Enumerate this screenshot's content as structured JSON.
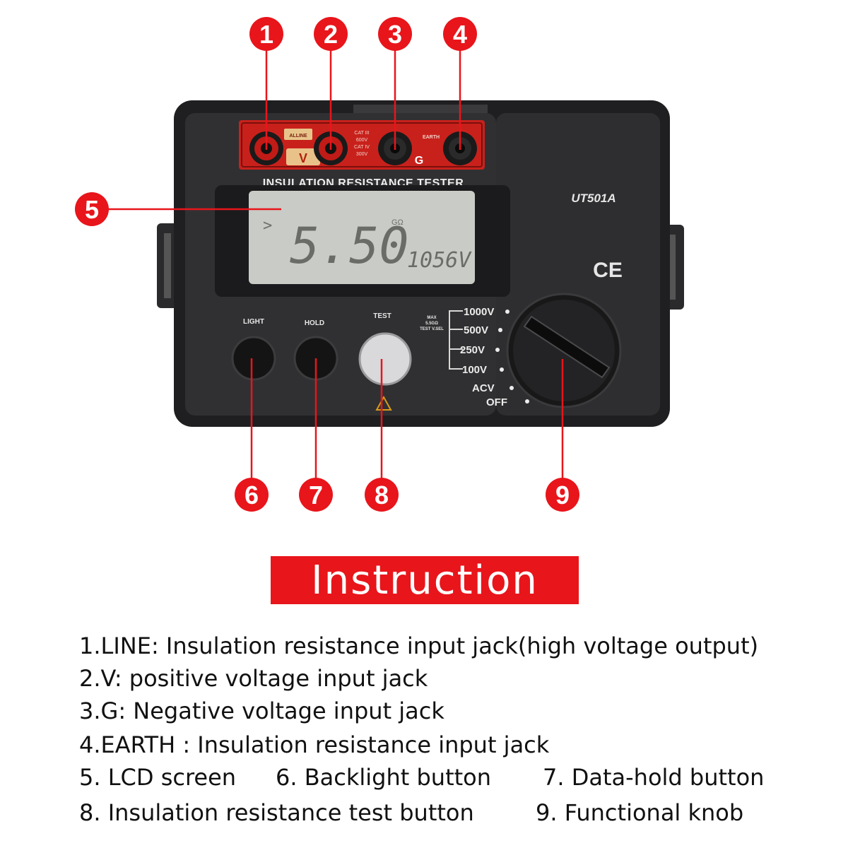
{
  "device": {
    "jack_panel": {
      "line_label": "ALLINE",
      "v_label": "V",
      "g_label": "G",
      "earth_label": "EARTH",
      "warning_lines": [
        "CAT III",
        "600V",
        "CAT IV",
        "300V"
      ]
    },
    "title": "INSULATION RESISTANCE TESTER",
    "model": "UT501A",
    "ce_mark": "CE",
    "lcd": {
      "indicator": ">",
      "main_value": "5.50",
      "unit": "GΩ",
      "voltage": "1056V"
    },
    "buttons": {
      "light": "LIGHT",
      "hold": "HOLD",
      "test": "TEST"
    },
    "max_note": [
      "MAX",
      "5.5GΩ",
      "TEST V.SEL"
    ],
    "dial_positions": [
      "1000V",
      "500V",
      "250V",
      "100V",
      "ACV",
      "OFF"
    ],
    "callouts": [
      "1",
      "2",
      "3",
      "4",
      "5",
      "6",
      "7",
      "8",
      "9"
    ],
    "colors": {
      "callout": "#e8151b",
      "body": "#2b2b2d",
      "lcd": "#c9cbc6",
      "jack_panel": "#c8211c"
    }
  },
  "instruction": {
    "heading": "Instruction",
    "items": [
      "1.LINE: Insulation resistance input jack(high voltage output)",
      "2.V: positive voltage input jack",
      "3.G: Negative voltage input jack",
      "4.EARTH : Insulation resistance input jack",
      "5. LCD screen",
      "6. Backlight button",
      "7. Data-hold button",
      "8. Insulation resistance test button",
      "9. Functional knob"
    ]
  }
}
